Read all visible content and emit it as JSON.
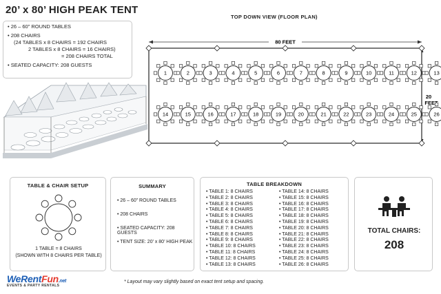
{
  "title": "20’ x 80’ HIGH PEAK TENT",
  "specs": {
    "line1": "• 26 – 60” ROUND TABLES",
    "line2": "• 208 CHAIRS",
    "line3": "(24 TABLES x 8 CHAIRS = 192 CHAIRS",
    "line4": "2 TABLES x 8 CHAIRS = 16 CHAIRS)",
    "line5": "= 208 CHAIRS TOTAL",
    "line6": "• SEATED CAPACITY: 208 GUESTS"
  },
  "floor_plan": {
    "title": "TOP DOWN VIEW (FLOOR PLAN)",
    "width_label": "80 FEET",
    "depth_label_1": "20",
    "depth_label_2": "FEET",
    "top_row": [
      "1",
      "2",
      "3",
      "4",
      "5",
      "6",
      "7",
      "8",
      "9",
      "10",
      "11",
      "12",
      "13"
    ],
    "bottom_row": [
      "14",
      "15",
      "16",
      "17",
      "18",
      "19",
      "20",
      "21",
      "22",
      "23",
      "24",
      "25",
      "26"
    ]
  },
  "table_setup": {
    "header": "TABLE & CHAIR SETUP",
    "caption1": "1 TABLE = 8 CHAIRS",
    "caption2": "(SHOWN WITH 8 CHAIRS PER TABLE)"
  },
  "summary": {
    "header": "SUMMARY",
    "items": [
      "•  26 – 60” ROUND TABLES",
      "•  208 CHAIRS",
      "•  SEATED CAPACITY: 208 GUESTS",
      "•  TENT SIZE: 20’ x 80’ HIGH PEAK"
    ]
  },
  "breakdown": {
    "header": "TABLE BREAKDOWN",
    "left": [
      "•  TABLE 1:  8 CHAIRS",
      "•  TABLE 2:  8 CHAIRS",
      "•  TABLE 3:  8 CHAIRS",
      "•  TABLE 4:  8 CHAIRS",
      "•  TABLE 5:  8 CHAIRS",
      "•  TABLE 6:  8 CHAIRS",
      "•  TABLE 7:  8 CHAIRS",
      "•  TABLE 8:  8 CHAIRS",
      "•  TABLE 9:  8 CHAIRS",
      "•  TABLE 10:  8 CHAIRS",
      "•  TABLE 11:  8 CHAIRS",
      "•  TABLE 12:  8 CHAIRS",
      "•  TABLE 13:  8 CHAIRS"
    ],
    "right": [
      "•  TABLE 14:  8 CHAIRS",
      "•  TABLE 15:  8 CHAIRS",
      "•  TABLE 16:  8 CHAIRS",
      "•  TABLE 17:  8 CHAIRS",
      "•  TABLE 18:  8 CHAIRS",
      "•  TABLE 19:  8 CHAIRS",
      "•  TABLE 20:  8 CHAIRS",
      "•  TABLE 21:  8 CHAIRS",
      "•  TABLE 22:  8 CHAIRS",
      "•  TABLE 23:  8 CHAIRS",
      "•  TABLE 24:  8 CHAIRS",
      "•  TABLE 25:  8 CHAIRS",
      "•  TABLE 26:  8 CHAIRS"
    ]
  },
  "total": {
    "label": "TOTAL CHAIRS:",
    "value": "208"
  },
  "footnote": "* Layout may vary slightly based on exact tent setup and spacing.",
  "logo": {
    "we": "WeRent",
    "fun": "Fun",
    "net": ".net",
    "tagline": "EVENTS & PARTY RENTALS"
  },
  "colors": {
    "text": "#222222",
    "border": "#c8c8c8",
    "brand_blue": "#1d5fb6",
    "brand_red": "#e53b2f"
  }
}
